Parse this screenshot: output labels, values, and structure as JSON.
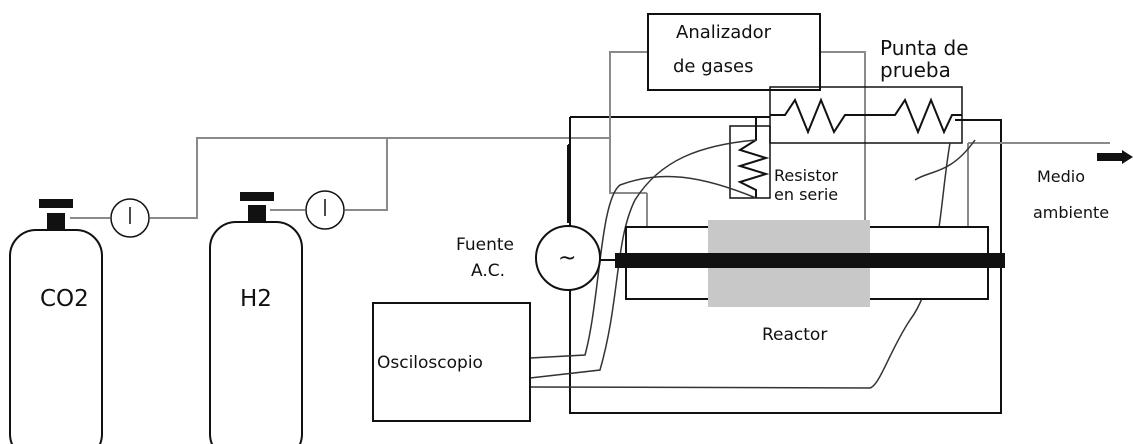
{
  "labels": {
    "co2": "CO2",
    "h2": "H2",
    "analyzer_line1": "Analizador",
    "analyzer_line2": "de gases",
    "probe_line1": "Punta de",
    "probe_line2": "prueba",
    "resistor_line1": "Resistor",
    "resistor_line2": "en serie",
    "source_line1": "Fuente",
    "source_line2": "A.C.",
    "source_symbol": "~",
    "reactor": "Reactor",
    "oscilloscope": "Osciloscopio",
    "ambient_line1": "Medio",
    "ambient_line2": "ambiente"
  },
  "colors": {
    "line": "#111111",
    "wire_gray": "#777777",
    "reactor_zone": "#c8c8c8",
    "background": "#ffffff"
  }
}
